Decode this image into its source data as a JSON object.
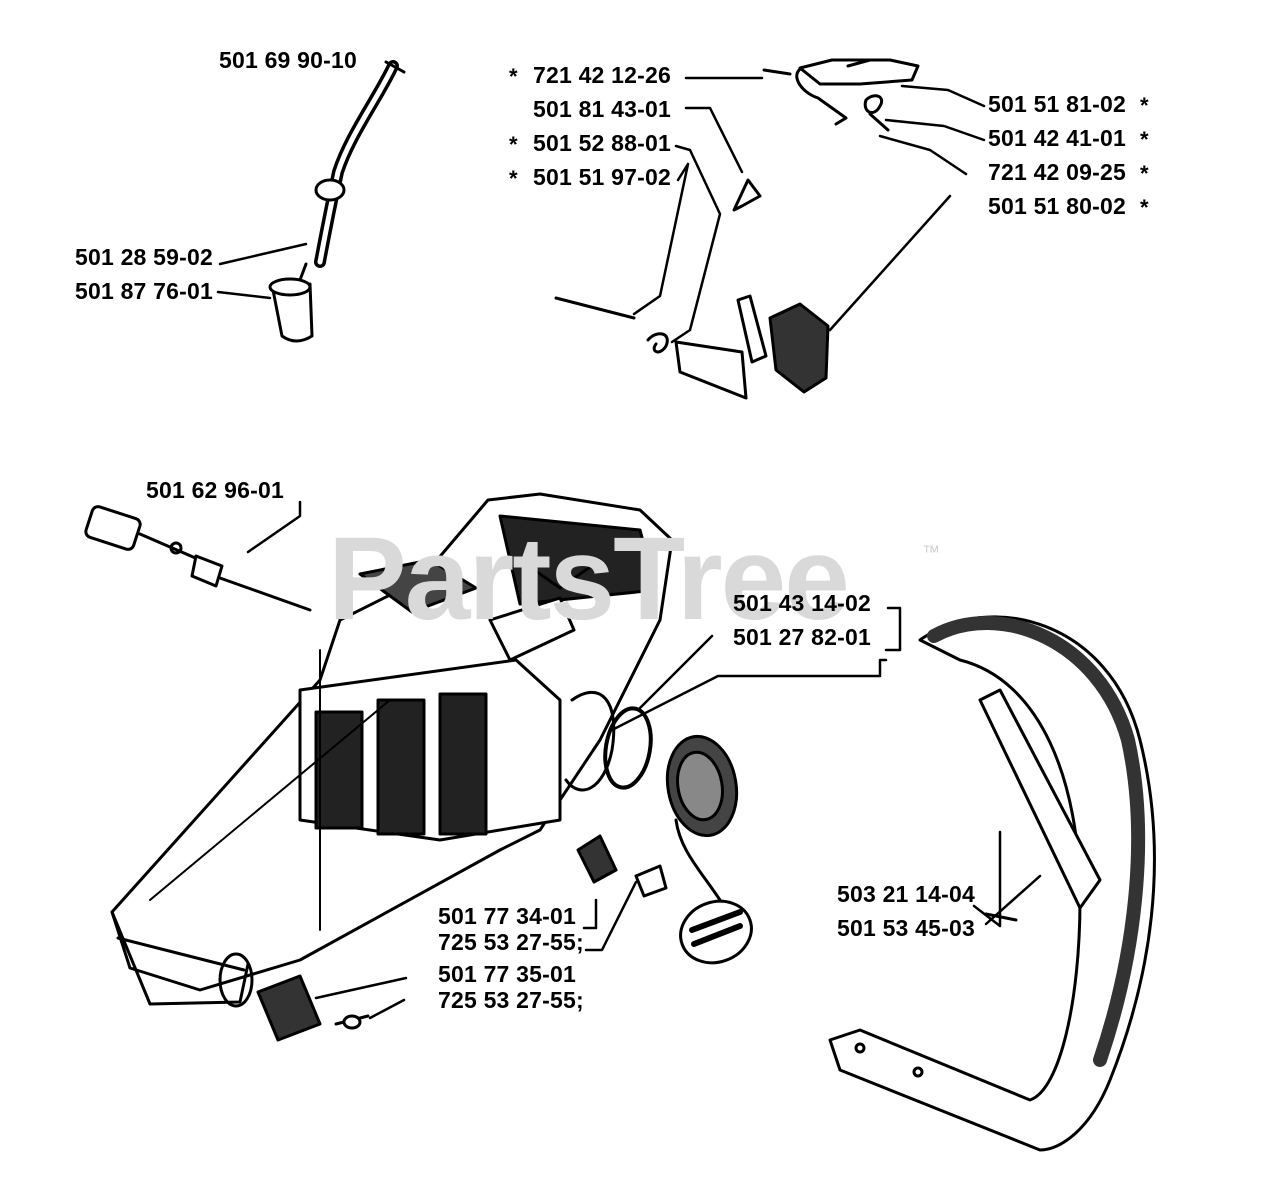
{
  "watermark": {
    "text": "PartsTree",
    "tm": "™"
  },
  "parts": {
    "fuel_hose": "501 69 90-10",
    "hose_fitting": "501 28 59-02",
    "fuel_filter": "501 87 76-01",
    "pin": "721 42 12-26",
    "spring_clip": "501 81 43-01",
    "spring": "501 52 88-01",
    "pivot_pin": "501 51 97-02",
    "lever": "501 51 81-02",
    "return_spring": "501 42 41-01",
    "roll_pin": "721 42 09-25",
    "trigger_assembly": "501 51 80-02",
    "cable": "501 62 96-01",
    "seal_ring": "501 43 14-02",
    "tank_cap": "501 27 82-01",
    "av_element_1": "501 77 34-01",
    "av_screw_1": "725 53 27-55;",
    "av_element_2": "501 77 35-01",
    "av_screw_2": "725 53 27-55;",
    "handle_screw": "503 21 14-04",
    "front_handle": "501 53 45-03"
  },
  "markers": {
    "asterisk": "*"
  }
}
